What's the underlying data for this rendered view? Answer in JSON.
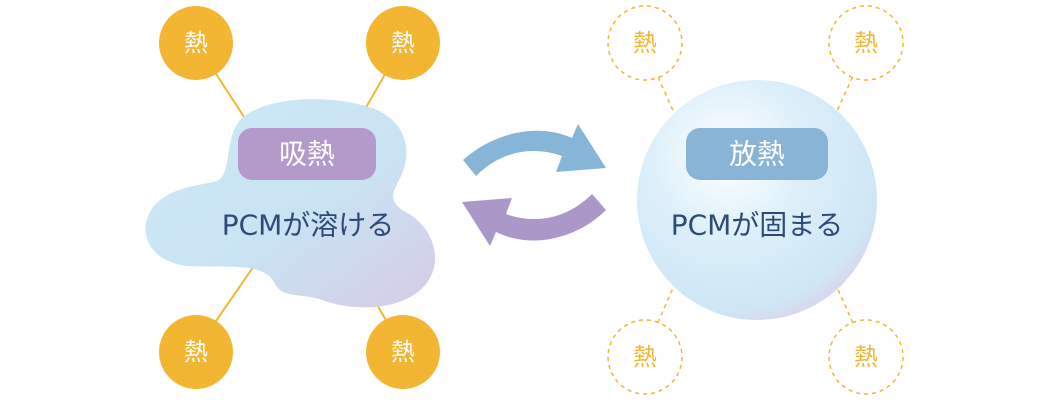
{
  "colors": {
    "heat_fill": "#f3b632",
    "heat_text_solid": "#ffffff",
    "heat_dashed": "#f3b632",
    "absorb_pill": "#b39acb",
    "release_pill": "#8ab4d6",
    "state_text": "#2e4a78",
    "arrow_blue": "#86b5d7",
    "arrow_purple": "#ab98c9"
  },
  "left": {
    "pill_label": "吸熱",
    "state_label": "PCMが溶ける",
    "heat_label": "熱"
  },
  "right": {
    "pill_label": "放熱",
    "state_label": "PCMが固まる",
    "heat_label": "熱"
  },
  "icons": {
    "top_arrow": "curved-arrow-right-icon",
    "bottom_arrow": "curved-arrow-left-icon"
  }
}
